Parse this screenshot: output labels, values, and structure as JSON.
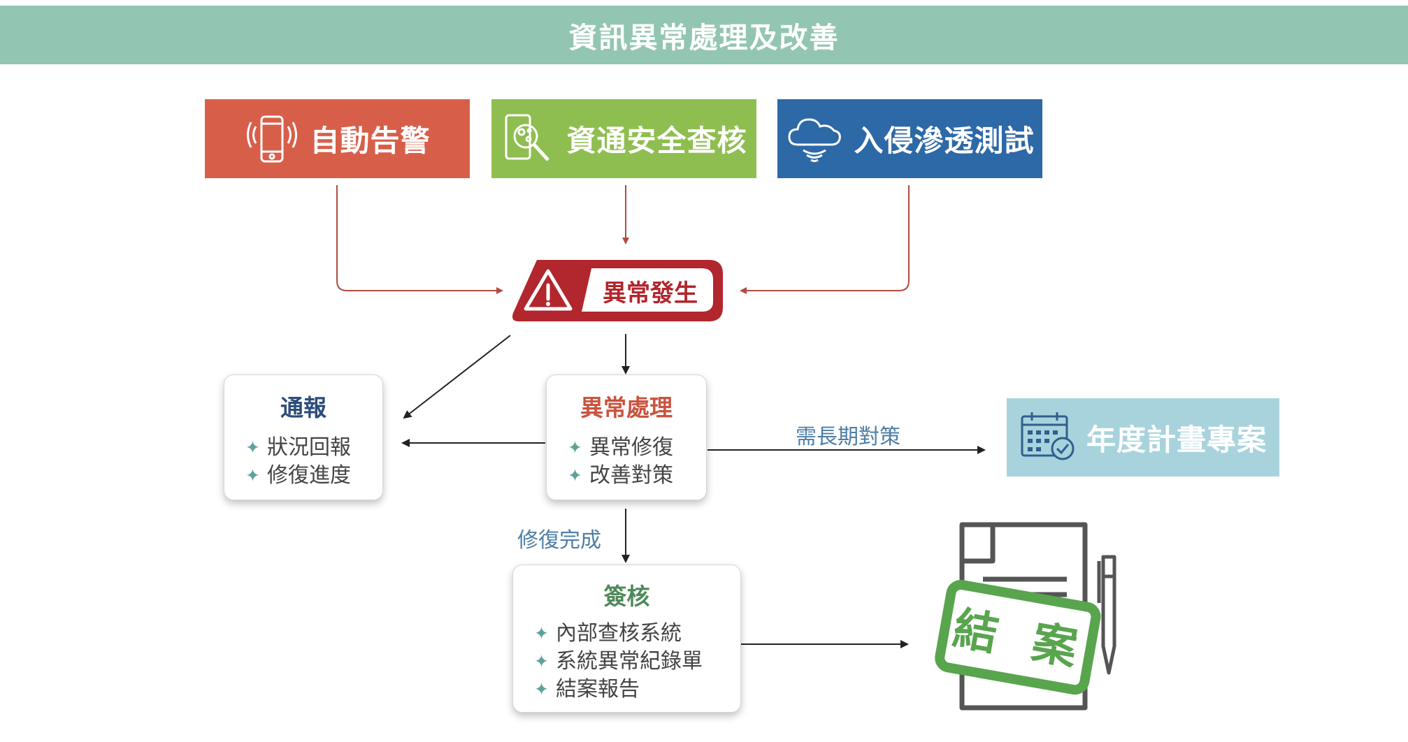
{
  "title": "資訊異常處理及改善",
  "sources": [
    {
      "label": "自動告警",
      "icon": "smartphone-vibrate-icon",
      "color": "#d75f4a"
    },
    {
      "label": "資通安全查核",
      "icon": "magnifier-check-icon",
      "color": "#8fbe50"
    },
    {
      "label": "入侵滲透測試",
      "icon": "cloud-signal-icon",
      "color": "#2d68a7"
    }
  ],
  "alert": {
    "label": "異常發生",
    "icon": "warning-triangle-icon",
    "color": "#b2262d"
  },
  "notify": {
    "title": "通報",
    "items": [
      "狀況回報",
      "修復進度"
    ],
    "title_color": "#2c4c7a"
  },
  "process": {
    "title": "異常處理",
    "items": [
      "異常修復",
      "改善對策"
    ],
    "title_color": "#c9543f"
  },
  "long_term": {
    "label": "需長期對策"
  },
  "annual": {
    "label": "年度計畫專案",
    "icon": "calendar-check-icon",
    "color": "#a8d3dc"
  },
  "repair_done": {
    "label": "修復完成"
  },
  "review": {
    "title": "簽核",
    "items": [
      "內部查核系統",
      "系統異常紀錄單",
      "結案報告"
    ],
    "title_color": "#4e8a5a"
  },
  "close": {
    "label": "結 案",
    "icon": "document-pen-icon",
    "color": "#58a54d"
  }
}
